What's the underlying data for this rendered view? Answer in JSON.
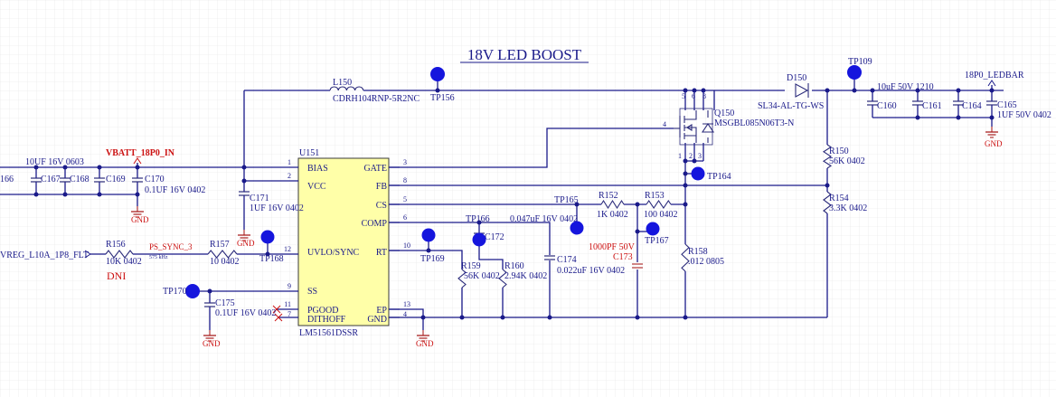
{
  "title": "18V LED BOOST",
  "ic": {
    "ref": "U151",
    "part": "LM51561DSSR",
    "left_pins": [
      {
        "num": "1",
        "name": "BIAS"
      },
      {
        "num": "2",
        "name": "VCC"
      },
      {
        "num": "12",
        "name": "UVLO/SYNC"
      },
      {
        "num": "9",
        "name": "SS"
      },
      {
        "num": "11",
        "name": "PGOOD"
      },
      {
        "num": "7",
        "name": "DITHOFF"
      }
    ],
    "right_pins": [
      {
        "num": "3",
        "name": "GATE"
      },
      {
        "num": "8",
        "name": "FB"
      },
      {
        "num": "5",
        "name": "CS"
      },
      {
        "num": "6",
        "name": "COMP"
      },
      {
        "num": "10",
        "name": "RT"
      },
      {
        "num": "13",
        "name": "EP"
      },
      {
        "num": "4",
        "name": "GND"
      }
    ]
  },
  "nets": {
    "vbatt": "VBATT_18P0_IN",
    "ledbar": "18P0_LEDBAR",
    "vreg": "VREG_L10A_1P8_FLT",
    "sync": "PS_SYNC_3",
    "sync_freq": "575 kHz",
    "gnd": "GND"
  },
  "inductor": {
    "ref": "L150",
    "value": "CDRH104RNP-5R2NC"
  },
  "diode": {
    "ref": "D150",
    "value": "SL34-AL-TG-WS"
  },
  "mosfet": {
    "ref": "Q150",
    "value": "MSGBL085N06T3-N",
    "pins": [
      "5",
      "6",
      "8",
      "4",
      "1",
      "2",
      "3"
    ]
  },
  "testpoints": [
    "TP156",
    "TP109",
    "TP164",
    "TP165",
    "TP166",
    "TP167",
    "TP168",
    "TP169",
    "TP170"
  ],
  "caps": {
    "c166": {
      "ref": "166"
    },
    "c167": {
      "ref": "C167",
      "value": "10UF 16V 0603"
    },
    "c168": {
      "ref": "C168"
    },
    "c169": {
      "ref": "C169"
    },
    "c170": {
      "ref": "C170",
      "value": "0.1UF 16V 0402"
    },
    "c171": {
      "ref": "C171",
      "value": "1UF 16V 0402"
    },
    "c172": {
      "ref": "C172",
      "value": "0.047uF 16V 0402"
    },
    "c173": {
      "ref": "C173",
      "value": "1000PF 50V"
    },
    "c174": {
      "ref": "C174",
      "value": "0.022uF 16V 0402"
    },
    "c175": {
      "ref": "C175",
      "value": "0.1UF 16V 0402"
    },
    "c160": {
      "ref": "C160",
      "value": "10uF 50V 1210"
    },
    "c161": {
      "ref": "C161"
    },
    "c164": {
      "ref": "C164"
    },
    "c165": {
      "ref": "C165",
      "value": "1UF 50V 0402"
    }
  },
  "resistors": {
    "r150": {
      "ref": "R150",
      "value": "56K 0402"
    },
    "r154": {
      "ref": "R154",
      "value": "3.3K 0402"
    },
    "r152": {
      "ref": "R152",
      "value": "1K 0402"
    },
    "r153": {
      "ref": "R153",
      "value": "100 0402"
    },
    "r156": {
      "ref": "R156",
      "value": "10K 0402"
    },
    "r156_note": "DNI",
    "r157": {
      "ref": "R157",
      "value": "10 0402"
    },
    "r158": {
      "ref": "R158",
      "value": ".012 0805"
    },
    "r159": {
      "ref": "R159",
      "value": "56K 0402"
    },
    "r160": {
      "ref": "R160",
      "value": "2.94K 0402"
    }
  },
  "colors": {
    "wire": "#1a1a8a",
    "testpoint": "#1515dd",
    "net_label": "#cc1111",
    "grid": "#e4e4e4"
  }
}
